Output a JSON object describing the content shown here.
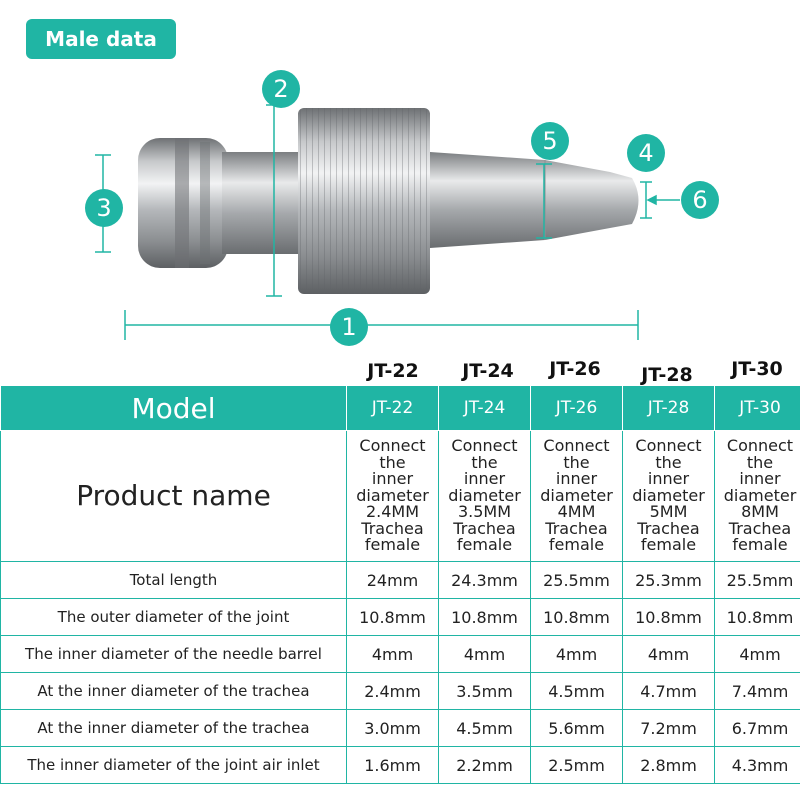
{
  "badge": "Male data",
  "callouts": [
    "1",
    "2",
    "3",
    "4",
    "5",
    "6"
  ],
  "model_codes": [
    "JT-22",
    "JT-24",
    "JT-26",
    "JT-28",
    "JT-30"
  ],
  "table": {
    "header_label": "Model",
    "models": [
      "JT-22",
      "JT-24",
      "JT-26",
      "JT-28",
      "JT-30"
    ],
    "product_name_label": "Product name",
    "product_names": [
      [
        "Connect",
        "the",
        "inner",
        "diameter",
        "2.4MM",
        "Trachea",
        "female"
      ],
      [
        "Connect",
        "the",
        "inner",
        "diameter",
        "3.5MM",
        "Trachea",
        "female"
      ],
      [
        "Connect",
        "the",
        "inner",
        "diameter",
        "4MM",
        "Trachea",
        "female"
      ],
      [
        "Connect",
        "the",
        "inner",
        "diameter",
        "5MM",
        "Trachea",
        "female"
      ],
      [
        "Connect",
        "the",
        "inner",
        "diameter",
        "8MM",
        "Trachea",
        "female"
      ]
    ],
    "rows": [
      {
        "label": "Total length",
        "values": [
          "24mm",
          "24.3mm",
          "25.5mm",
          "25.3mm",
          "25.5mm"
        ]
      },
      {
        "label": "The outer diameter of the joint",
        "values": [
          "10.8mm",
          "10.8mm",
          "10.8mm",
          "10.8mm",
          "10.8mm"
        ]
      },
      {
        "label": "The inner diameter of the needle barrel",
        "values": [
          "4mm",
          "4mm",
          "4mm",
          "4mm",
          "4mm"
        ]
      },
      {
        "label": "At the inner diameter of the trachea",
        "values": [
          "2.4mm",
          "3.5mm",
          "4.5mm",
          "4.7mm",
          "7.4mm"
        ]
      },
      {
        "label": "At the inner diameter of the trachea",
        "values": [
          "3.0mm",
          "4.5mm",
          "5.6mm",
          "7.2mm",
          "6.7mm"
        ]
      },
      {
        "label": "The inner diameter of the joint air inlet",
        "values": [
          "1.6mm",
          "2.2mm",
          "2.5mm",
          "2.8mm",
          "4.3mm"
        ]
      }
    ]
  },
  "colors": {
    "accent": "#20b5a4",
    "metal": "#a9acaf"
  }
}
